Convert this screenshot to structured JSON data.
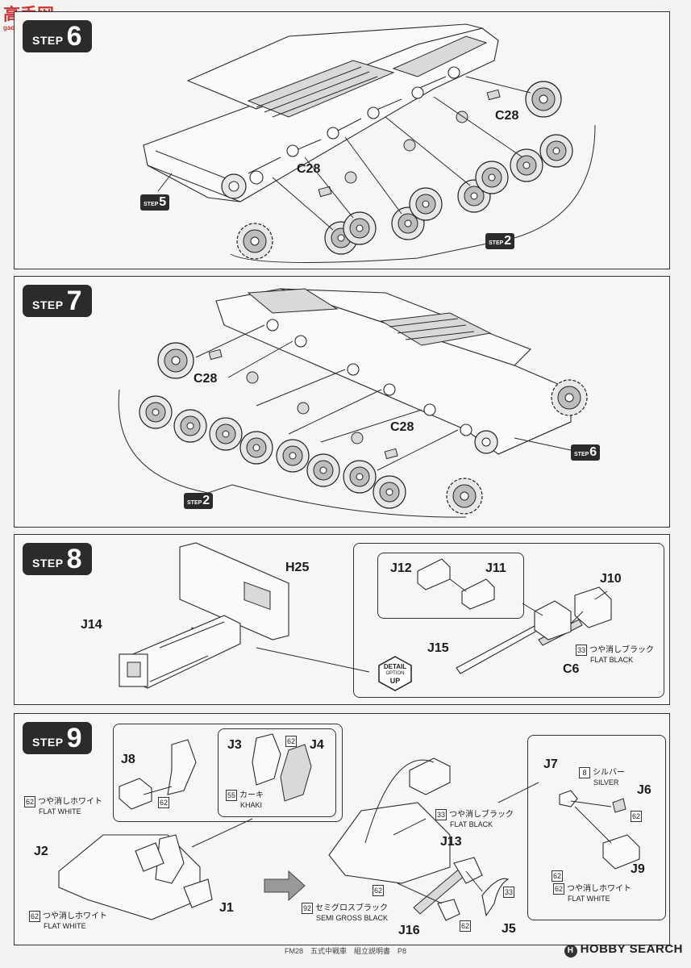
{
  "watermark": {
    "site_text": "高手网",
    "url": "gao.gaoshou.net",
    "bottom": "HOBBY SEARCH",
    "bottom_mark": "H"
  },
  "steps": [
    {
      "number": "6",
      "word": "STEP",
      "refs": [
        {
          "word": "STEP",
          "number": "5"
        },
        {
          "word": "STEP",
          "number": "2"
        }
      ],
      "parts": [
        "C28",
        "C28"
      ]
    },
    {
      "number": "7",
      "word": "STEP",
      "refs": [
        {
          "word": "STEP",
          "number": "6"
        },
        {
          "word": "STEP",
          "number": "2"
        }
      ],
      "parts": [
        "C28",
        "C28"
      ]
    },
    {
      "number": "8",
      "word": "STEP",
      "parts": [
        "H25",
        "J14",
        "J12",
        "J11",
        "J10",
        "J15",
        "C6"
      ],
      "paint": {
        "num": "33",
        "jp": "つや消しブラック",
        "en": "FLAT BLACK"
      },
      "detail_badge": {
        "l1": "DETAIL",
        "l2": "OPTION",
        "l3": "UP"
      }
    },
    {
      "number": "9",
      "word": "STEP",
      "parts": [
        "J8",
        "J3",
        "J4",
        "J2",
        "J1",
        "J13",
        "J16",
        "J5",
        "J7",
        "J6",
        "J9"
      ],
      "paints": {
        "p62a": {
          "num": "62",
          "jp": "つや消しホワイト",
          "en": "FLAT WHITE"
        },
        "p62b": {
          "num": "62",
          "jp": "つや消しホワイト",
          "en": "FLAT WHITE"
        },
        "p55": {
          "num": "55",
          "jp": "カーキ",
          "en": "KHAKI"
        },
        "p33": {
          "num": "33",
          "jp": "つや消しブラック",
          "en": "FLAT BLACK"
        },
        "p92": {
          "num": "92",
          "jp": "セミグロスブラック",
          "en": "SEMI GROSS BLACK"
        },
        "p8": {
          "num": "8",
          "jp": "シルバー",
          "en": "SILVER"
        },
        "p62c": {
          "num": "62",
          "jp": "つや消しホワイト",
          "en": "FLAT WHITE"
        }
      },
      "num_tags": [
        "62",
        "62",
        "62",
        "62",
        "62",
        "62",
        "33"
      ]
    }
  ],
  "footer": "FM28　五式中戦車　組立説明書　P8"
}
